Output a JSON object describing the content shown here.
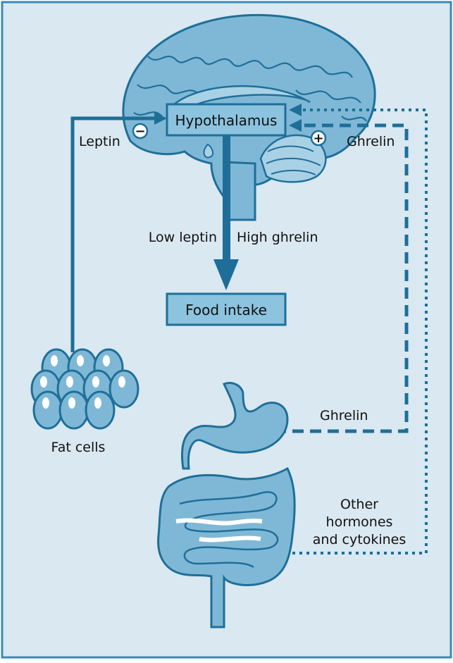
{
  "colors": {
    "background": "#d9e8f1",
    "frame": "#3a8ab4",
    "organ_fill": "#7fb8d6",
    "organ_dark": "#1f6f99",
    "box_fill": "#8cc3df",
    "arrow": "#1e6e98",
    "text": "#111111"
  },
  "hypothalamus": {
    "label": "Hypothalamus"
  },
  "food_intake": {
    "label": "Food intake"
  },
  "leptin": {
    "label": "Leptin",
    "effect_sign": "−"
  },
  "ghrelin_top": {
    "label": "Ghrelin",
    "effect_sign": "+"
  },
  "low_leptin": {
    "label": "Low leptin"
  },
  "high_ghrelin": {
    "label": "High ghrelin"
  },
  "fat_cells": {
    "label": "Fat cells"
  },
  "ghrelin_stomach": {
    "label": "Ghrelin"
  },
  "other_hormones": {
    "lines": [
      "Other",
      "hormones",
      "and cytokines"
    ]
  }
}
